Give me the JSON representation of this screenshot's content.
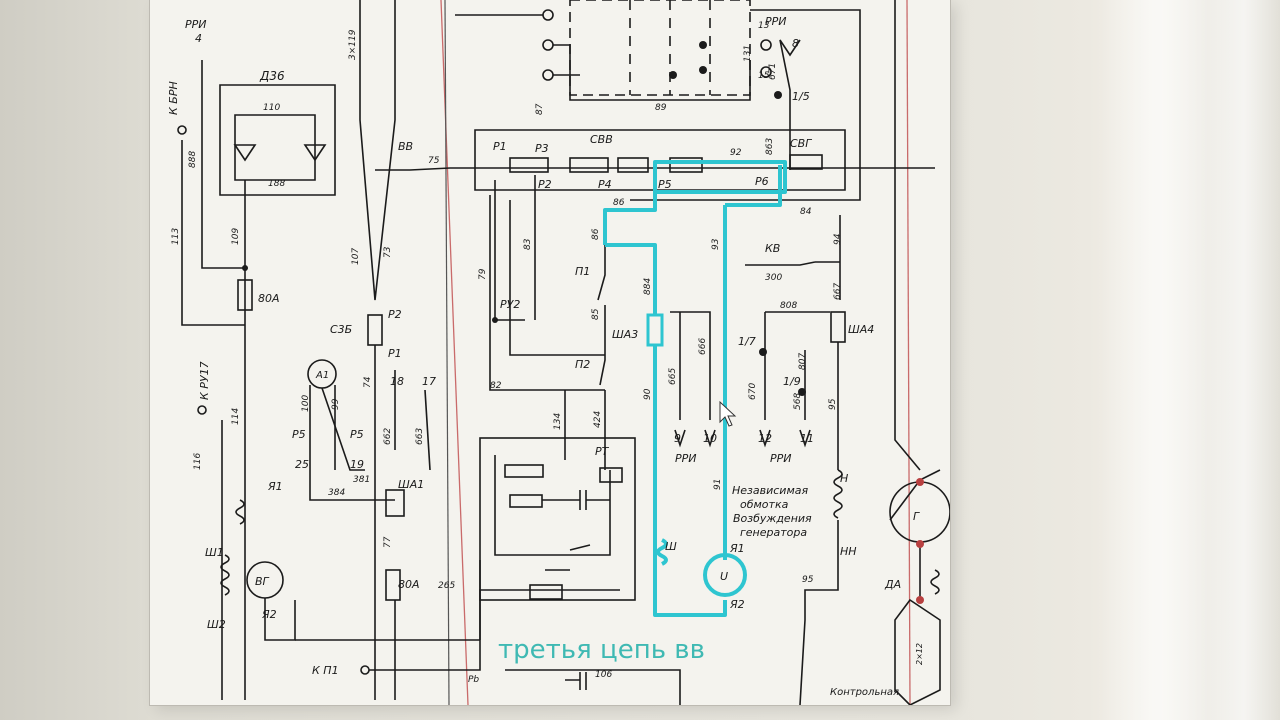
{
  "caption": "третья цепь вв",
  "labels": {
    "rri4_top": "РРИ",
    "rri4_num": "4",
    "k_brn": "К БРН",
    "d36": "Д36",
    "w3x119": "3×119",
    "n110": "110",
    "n188a": "888",
    "n113": "113",
    "n109": "109",
    "n188": "188",
    "f80a_top": "80А",
    "vv": "ВВ",
    "n75": "75",
    "n107": "107",
    "n73": "73",
    "p2": "Р2",
    "c3b": "С3Б",
    "p1": "Р1",
    "a1": "А1",
    "n100": "100",
    "n99": "99",
    "p5a": "Р5",
    "p5b": "Р5",
    "n25": "25",
    "n19": "19",
    "n74": "74",
    "n18": "18",
    "n17": "17",
    "n662": "662",
    "n663": "663",
    "n384": "384",
    "n381": "381",
    "sha1": "ША1",
    "n77": "77",
    "f80a_bot": "80А",
    "n265": "265",
    "k_ru17": "К РУ17",
    "n116": "116",
    "n114": "114",
    "ya1_left": "Я1",
    "sh1": "Ш1",
    "vg": "ВГ",
    "sh2": "Ш2",
    "ya2_left": "Я2",
    "k_p1": "К П1",
    "n87": "87",
    "n89": "89",
    "n13": "13",
    "n131": "131",
    "n15": "15",
    "rri8_top": "РРИ",
    "rri8_num": "8",
    "n671": "671",
    "n1_5": "1/5",
    "svv": "СВВ",
    "svg": "СВГ",
    "rp1": "Р1",
    "rp3": "Р3",
    "rp2": "Р2",
    "rp4": "Р4",
    "rp5": "Р5",
    "rp6": "Р6",
    "n92": "92",
    "n863": "863",
    "n86a": "86",
    "n86b": "86",
    "n84": "84",
    "n83": "83",
    "n79": "79",
    "ru2": "РУ2",
    "n82": "82",
    "p1_sw": "П1",
    "n85": "85",
    "p2_sw": "П2",
    "n134": "134",
    "n424": "424",
    "rt": "РТ",
    "n93": "93",
    "n94": "94",
    "kv": "КВ",
    "n300": "300",
    "n884": "884",
    "sha3": "ША3",
    "n90": "90",
    "n665": "665",
    "n666": "666",
    "n808": "808",
    "n667": "667",
    "sha4": "ША4",
    "n1_7": "1/7",
    "n670": "670",
    "n1_9": "1/9",
    "n807": "807",
    "n568": "568",
    "n95": "95",
    "t9": "9",
    "t10": "10",
    "rri_mid1": "РРИ",
    "t12": "12",
    "t11": "11",
    "rri_mid2": "РРИ",
    "n91": "91",
    "note1": "Независимая",
    "note2": "обмотка",
    "note3": "Возбуждения",
    "note4": "генератора",
    "ya1_mid": "Я1",
    "ya2_mid": "Я2",
    "sh_mid": "Ш",
    "u": "U",
    "h": "Н",
    "hh": "НН",
    "n95b": "95",
    "g": "Г",
    "da": "ДА",
    "n2x12": "2×12",
    "rb": "Рb",
    "n106": "106",
    "bottom_note": "Контрольная"
  }
}
